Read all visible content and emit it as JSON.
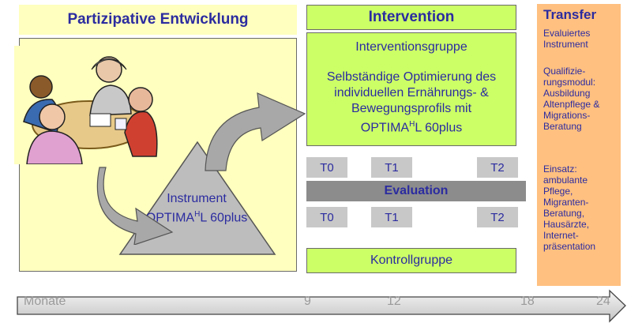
{
  "left_panel": {
    "title": "Partizipative Entwicklung",
    "instrument_line1": "Instrument",
    "instrument_line2_pre": "OPTIMA",
    "instrument_line2_sup": "H",
    "instrument_line2_post": "L 60plus"
  },
  "intervention": {
    "title": "Intervention",
    "group": "Interventionsgruppe",
    "desc_line1": "Selbständige Optimierung des",
    "desc_line2": "individuellen Ernährungs- &",
    "desc_line3": "Bewegungsprofils mit",
    "desc_line4_pre": "OPTIMA",
    "desc_line4_sup": "H",
    "desc_line4_post": "L 60plus",
    "evaluation": "Evaluation",
    "timepoints_top": [
      "T0",
      "T1",
      "T2"
    ],
    "timepoints_bottom": [
      "T0",
      "T1",
      "T2"
    ],
    "control": "Kontrollgruppe"
  },
  "transfer": {
    "title": "Transfer",
    "item1": "Evaluiertes Instrument",
    "item2": "Qualifizie-rungsmodul: Ausbildung Altenpflege & Migrations-Beratung",
    "item3": "Einsatz: ambulante Pflege, Migranten-Beratung, Hausärzte, Internet-präsentation"
  },
  "timeline": {
    "label": "Monate",
    "ticks": [
      "9",
      "12",
      "18",
      "24"
    ]
  },
  "colors": {
    "yellow_panel": "#ffffbf",
    "green": "#ccff66",
    "orange": "#ffc080",
    "grey_box": "#c8c8c8",
    "eval_bar": "#8c8c8c",
    "text_blue": "#2b2ba0"
  }
}
